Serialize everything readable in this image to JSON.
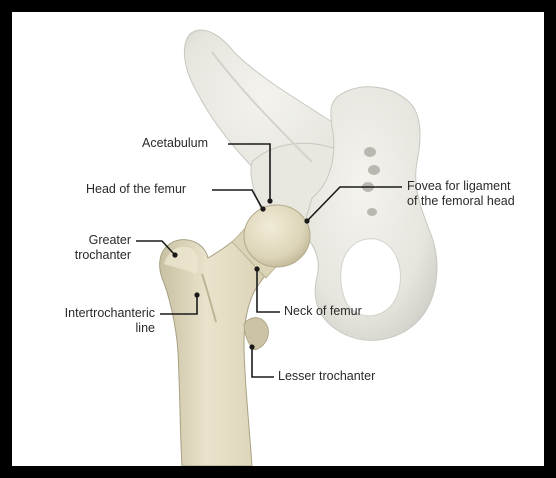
{
  "diagram": {
    "labels": {
      "acetabulum": "Acetabulum",
      "head_of_femur": "Head of the femur",
      "fovea_line1": "Fovea for ligament",
      "fovea_line2": "of the femoral head",
      "greater_trochanter_line1": "Greater",
      "greater_trochanter_line2": "trochanter",
      "intertrochanteric_line1": "Intertrochanteric",
      "intertrochanteric_line2": "line",
      "neck_of_femur": "Neck of femur",
      "lesser_trochanter": "Lesser trochanter"
    },
    "colors": {
      "frame": "#000000",
      "background": "#ffffff",
      "pelvis_bone": "#ecebe4",
      "pelvis_shade": "#cfcec6",
      "femur_bone": "#e2dcc4",
      "femur_shade": "#c3bb9c",
      "leader_line": "#1a1a1a",
      "label_text": "#2a2a2a"
    }
  }
}
